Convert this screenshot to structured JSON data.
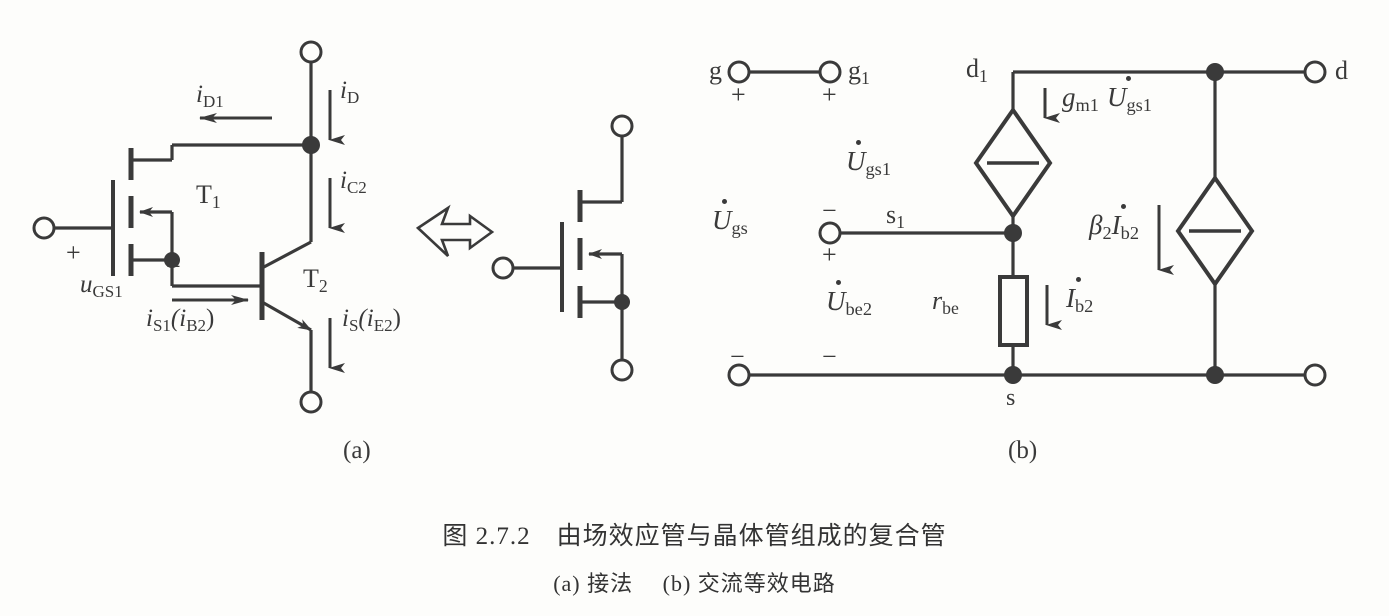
{
  "figure": {
    "caption_main": "图 2.7.2　由场效应管与晶体管组成的复合管",
    "caption_sub": "(a) 接法　 (b) 交流等效电路",
    "panel_a_label": "(a)",
    "panel_b_label": "(b)",
    "line_color": "#3a3a3a",
    "background_color": "#fdfdfb"
  },
  "panel_a": {
    "title": "接法",
    "devices": [
      {
        "name": "T1",
        "label": "T",
        "sub": "1",
        "type": "mosfet-n-enhancement"
      },
      {
        "name": "T2",
        "label": "T",
        "sub": "2",
        "type": "bjt-npn"
      }
    ],
    "currents": [
      {
        "name": "i_D1",
        "label": "i",
        "sub": "D1",
        "direction": "left"
      },
      {
        "name": "i_D",
        "label": "i",
        "sub": "D",
        "direction": "down"
      },
      {
        "name": "i_C2",
        "label": "i",
        "sub": "C2",
        "direction": "down"
      },
      {
        "name": "i_S1_i_B2",
        "label": "i",
        "sub": "S1",
        "paren": "(i",
        "paren_sub": "B2",
        "paren_close": ")",
        "direction": "right"
      },
      {
        "name": "i_S_i_E2",
        "label": "i",
        "sub": "S",
        "paren": "(i",
        "paren_sub": "E2",
        "paren_close": ")",
        "direction": "down"
      }
    ],
    "voltage": {
      "name": "u_GS1",
      "label": "u",
      "sub": "GS1",
      "plus": "+",
      "minus": "−"
    },
    "transform_arrow": "⇒"
  },
  "panel_b": {
    "title": "交流等效电路",
    "terminals": [
      {
        "name": "g",
        "label": "g",
        "sub": "",
        "sign": "+"
      },
      {
        "name": "g1",
        "label": "g",
        "sub": "1",
        "sign": "+"
      },
      {
        "name": "d1",
        "label": "d",
        "sub": "1",
        "sign": ""
      },
      {
        "name": "d",
        "label": "d",
        "sub": "",
        "sign": ""
      },
      {
        "name": "s1",
        "label": "s",
        "sub": "1",
        "sign_top": "−",
        "sign_bottom": "+"
      },
      {
        "name": "s",
        "label": "s",
        "sub": "",
        "sign": ""
      }
    ],
    "voltages": [
      {
        "name": "U_gs",
        "label": "U",
        "sub": "gs",
        "dot": true,
        "sign_top": "",
        "sign_bottom": "−"
      },
      {
        "name": "U_gs1",
        "label": "U",
        "sub": "gs1",
        "dot": true
      },
      {
        "name": "U_be2",
        "label": "U",
        "sub": "be2",
        "dot": true,
        "sign_bottom": "−"
      }
    ],
    "sources": [
      {
        "name": "gm1-Ugs1-source",
        "type": "dependent-current-source",
        "g": "g",
        "g_sub": "m1",
        "u": "U",
        "u_sub": "gs1",
        "dot": true,
        "arrow": "down"
      },
      {
        "name": "beta2-Ib2-source",
        "type": "dependent-current-source",
        "beta": "β",
        "beta_sub": "2",
        "i": "I",
        "i_sub": "b2",
        "dot": true,
        "arrow": "down"
      }
    ],
    "components": [
      {
        "name": "r_be",
        "label": "r",
        "sub": "be",
        "type": "resistor"
      }
    ],
    "currents": [
      {
        "name": "I_b2",
        "label": "I",
        "sub": "b2",
        "dot": true,
        "direction": "down"
      }
    ]
  }
}
